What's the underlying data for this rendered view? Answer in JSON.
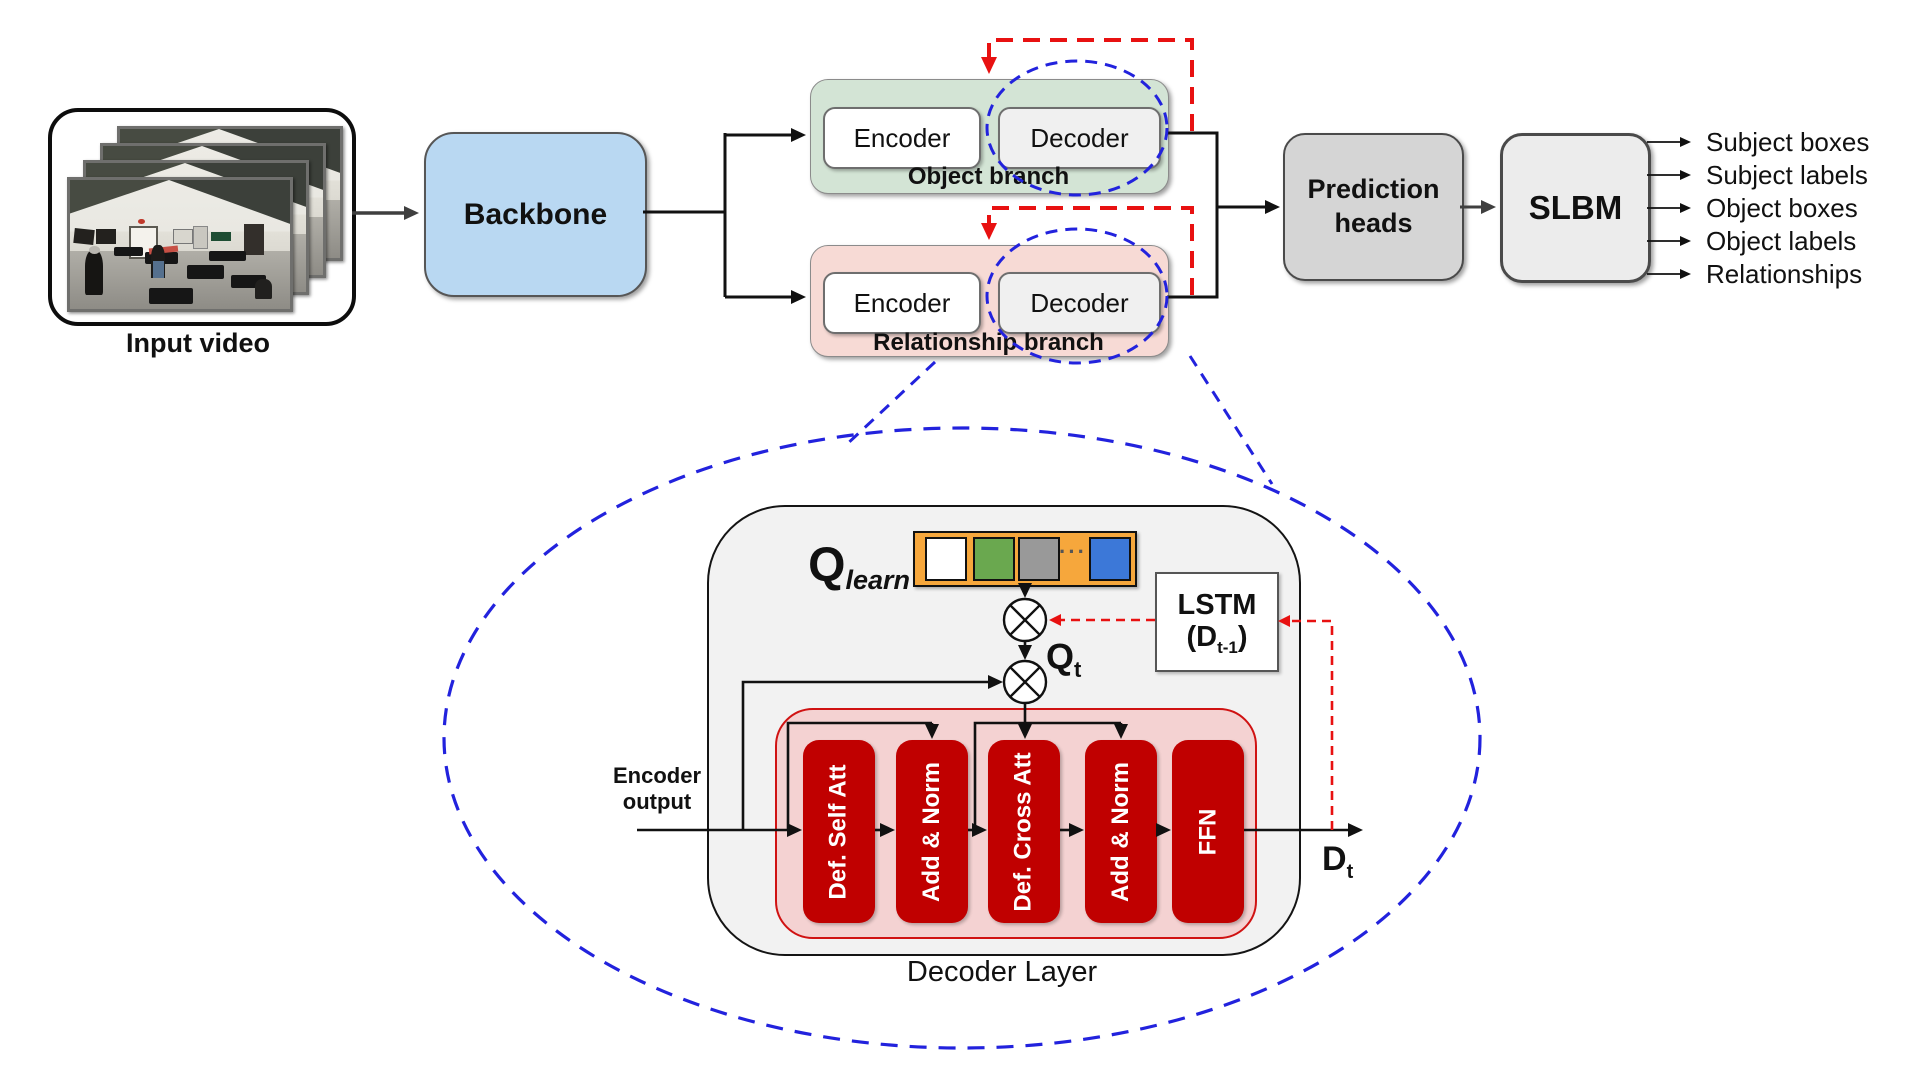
{
  "colors": {
    "backbone_blue": "#b9d8f2",
    "branch_green": "#d3e4d5",
    "branch_pink": "#f7dad5",
    "prediction_gray": "#d5d5d5",
    "inner_pink": "#f4d2d2",
    "block_red": "#c00000",
    "strip_orange": "#f6a73c",
    "loop_red": "#e81111",
    "ellipse_blue": "#2222dd"
  },
  "input": {
    "caption": "Input video"
  },
  "backbone": {
    "label": "Backbone"
  },
  "object_branch": {
    "label": "Object branch",
    "encoder": "Encoder",
    "decoder": "Decoder"
  },
  "relationship_branch": {
    "label": "Relationship branch",
    "encoder": "Encoder",
    "decoder": "Decoder"
  },
  "prediction_heads": {
    "label": "Prediction heads"
  },
  "slbm": {
    "label": "SLBM"
  },
  "outputs": [
    "Subject boxes",
    "Subject labels",
    "Object boxes",
    "Object labels",
    "Relationships"
  ],
  "decoder_detail": {
    "title": "Decoder Layer",
    "q_learn_base": "Q",
    "q_learn_sub": "learn",
    "q_t_base": "Q",
    "q_t_sub": "t",
    "d_t_base": "D",
    "d_t_sub": "t",
    "lstm_line1": "LSTM",
    "lstm_open": "(D",
    "lstm_sub": "t-1",
    "lstm_close": ")",
    "encoder_output_line1": "Encoder",
    "encoder_output_line2": "output",
    "blocks": [
      "Def. Self Att",
      "Add & Norm",
      "Def. Cross Att",
      "Add & Norm",
      "FFN"
    ],
    "query_dots": "···",
    "query_colors": [
      "#ffffff",
      "#6aa84f",
      "#999999",
      "#3c78d8"
    ]
  }
}
